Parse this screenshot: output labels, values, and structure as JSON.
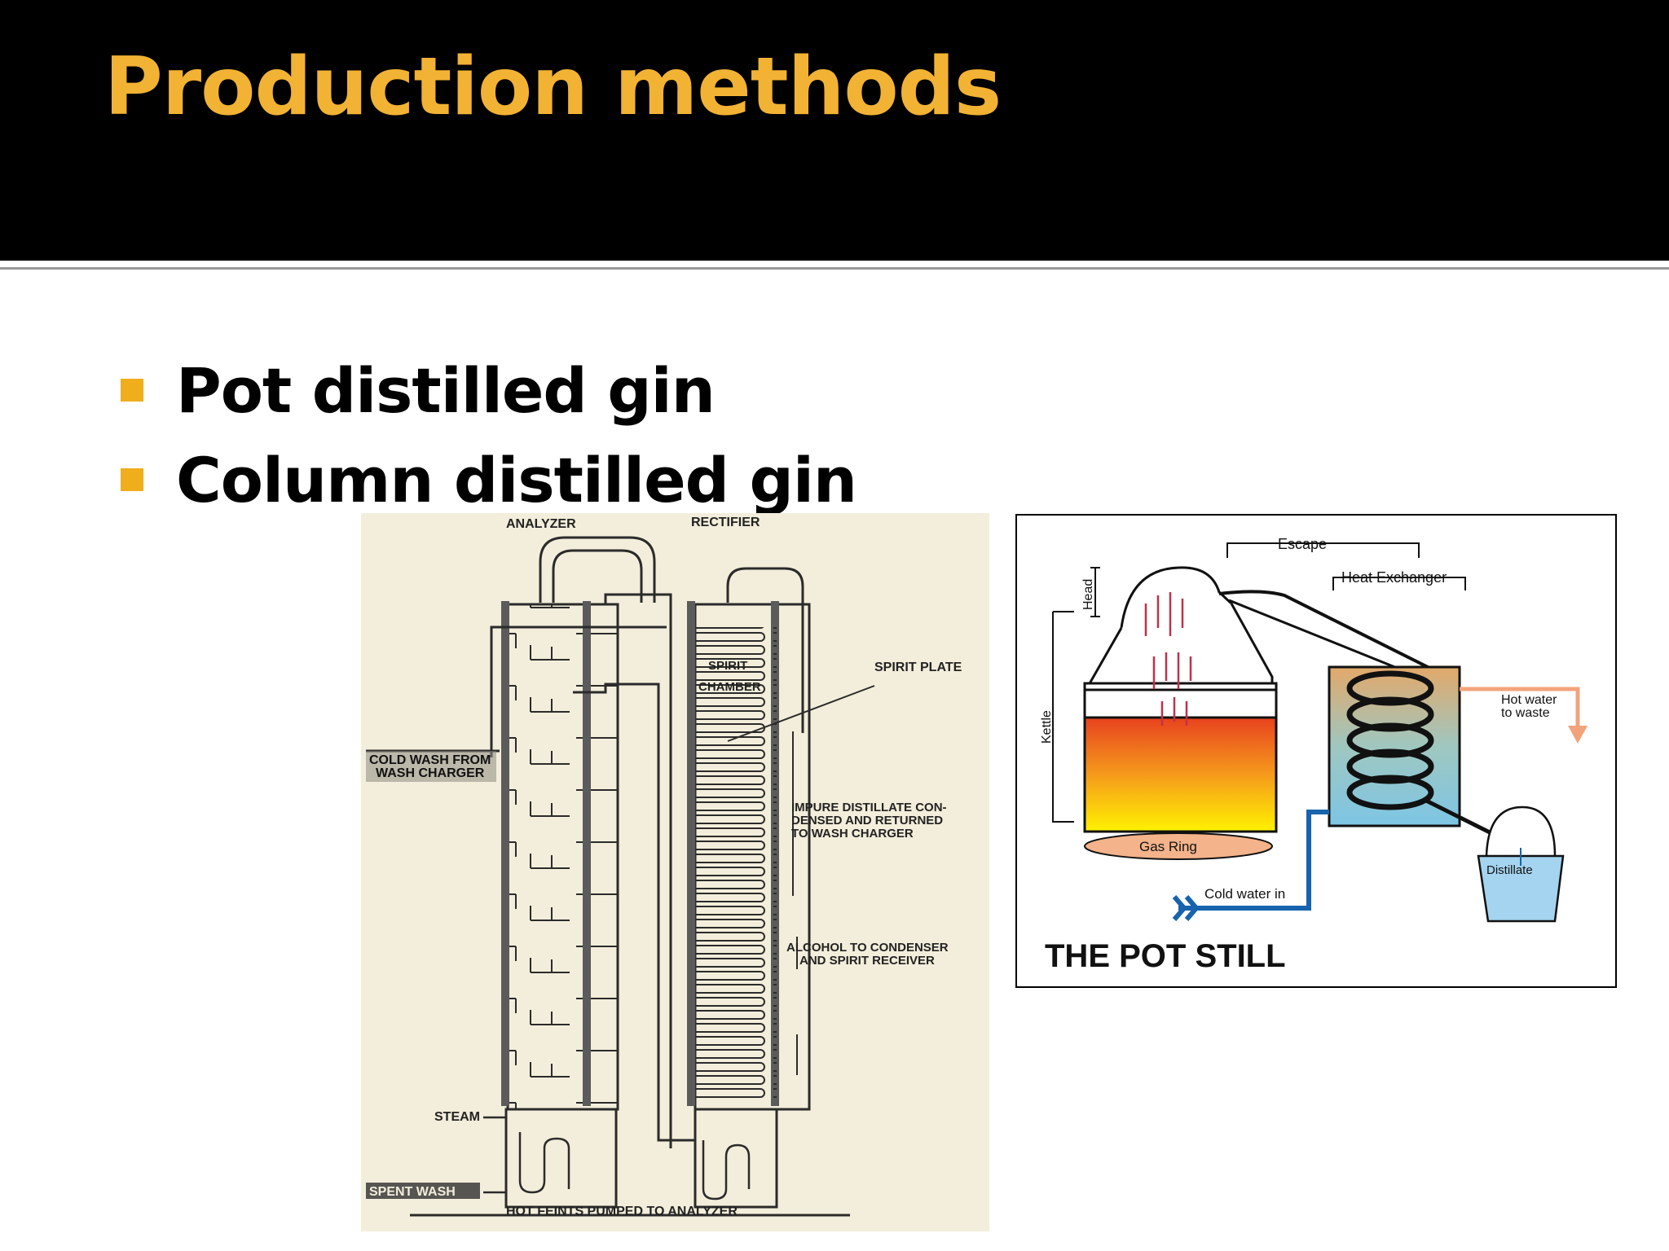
{
  "slide": {
    "title": "Production methods",
    "bullets": [
      {
        "text": "Pot distilled gin"
      },
      {
        "text": "Column distilled gin"
      }
    ],
    "accent_color": "#f2b233",
    "bullet_color": "#f0ad1c"
  },
  "column_diagram": {
    "analyzer": "ANALYZER",
    "rectifier": "RECTIFIER",
    "spirit_chamber_1": "SPIRIT",
    "spirit_chamber_2": "CHAMBER",
    "spirit_plate": "SPIRIT PLATE",
    "cold_wash_1": "COLD WASH FROM",
    "cold_wash_2": "WASH CHARGER",
    "impure_1": "IMPURE DISTILLATE CON-",
    "impure_2": "DENSED AND RETURNED",
    "impure_3": "TO WASH CHARGER",
    "alcohol_1": "ALCOHOL TO CONDENSER",
    "alcohol_2": "AND SPIRIT RECEIVER",
    "steam": "STEAM",
    "spent_wash": "SPENT WASH",
    "hot_feints": "HOT FEINTS PUMPED TO ANALYZER"
  },
  "pot_still_diagram": {
    "escape": "Escape",
    "heat_exchanger": "Heat Exchanger",
    "head": "Head",
    "kettle": "Kettle",
    "hot_water_1": "Hot water",
    "hot_water_2": "to waste",
    "gas_ring": "Gas Ring",
    "cold_water": "Cold water in",
    "distillate": "Distillate",
    "caption": "THE POT STILL"
  }
}
